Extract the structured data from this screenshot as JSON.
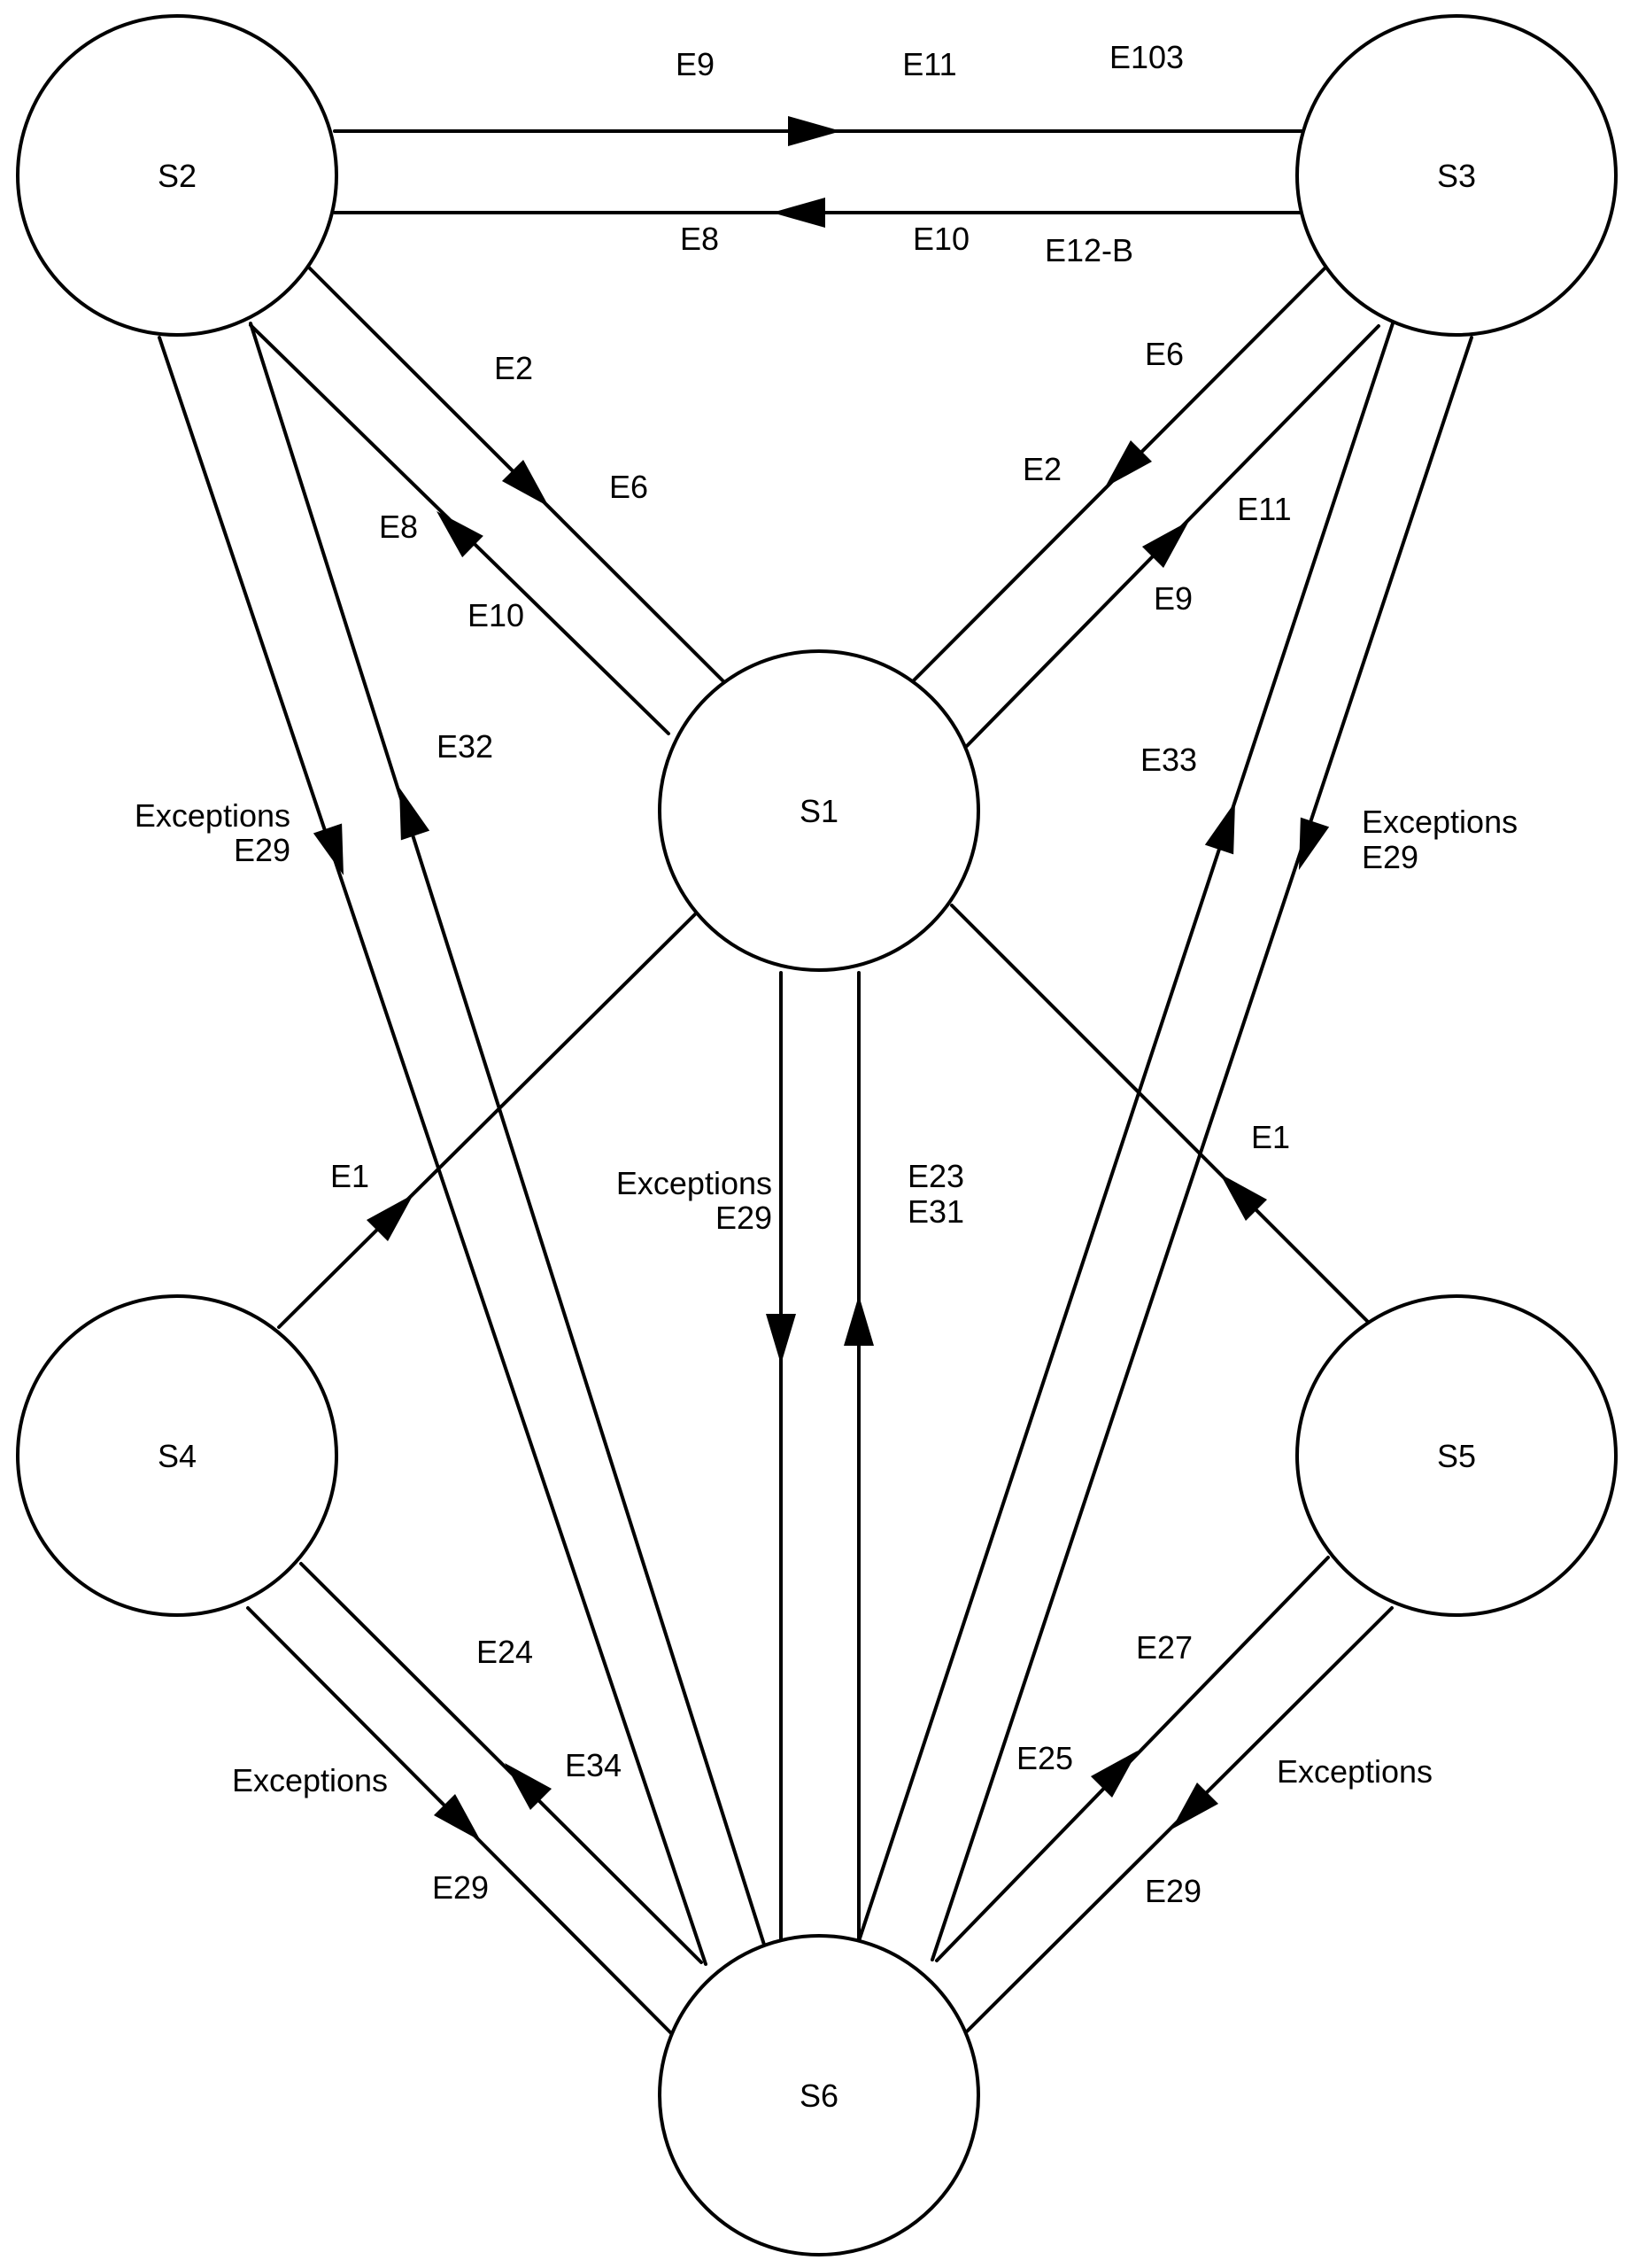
{
  "nodes": [
    {
      "id": "S1",
      "label": "S1"
    },
    {
      "id": "S2",
      "label": "S2"
    },
    {
      "id": "S3",
      "label": "S3"
    },
    {
      "id": "S4",
      "label": "S4"
    },
    {
      "id": "S5",
      "label": "S5"
    },
    {
      "id": "S6",
      "label": "S6"
    }
  ],
  "edges": [
    {
      "id": "s2-to-s3",
      "from": "S2",
      "to": "S3",
      "labels": [
        "E9",
        "E11",
        "E103"
      ]
    },
    {
      "id": "s3-to-s2",
      "from": "S3",
      "to": "S2",
      "labels": [
        "E8",
        "E10",
        "E12-B"
      ]
    },
    {
      "id": "s2-to-s1",
      "from": "S2",
      "to": "S1",
      "labels": [
        "E2",
        "E6"
      ]
    },
    {
      "id": "s1-to-s2",
      "from": "S1",
      "to": "S2",
      "labels": [
        "E8",
        "E10"
      ]
    },
    {
      "id": "s3-to-s1",
      "from": "S3",
      "to": "S1",
      "labels": [
        "E6",
        "E2"
      ]
    },
    {
      "id": "s1-to-s3",
      "from": "S1",
      "to": "S3",
      "labels": [
        "E11",
        "E9"
      ]
    },
    {
      "id": "s2-to-s6",
      "from": "S2",
      "to": "S6",
      "labels": [
        "Exceptions",
        "E29"
      ]
    },
    {
      "id": "s6-to-s2",
      "from": "S6",
      "to": "S2",
      "labels": [
        "E32"
      ]
    },
    {
      "id": "s6-to-s3",
      "from": "S6",
      "to": "S3",
      "labels": [
        "E33"
      ]
    },
    {
      "id": "s3-to-s6",
      "from": "S3",
      "to": "S6",
      "labels": [
        "Exceptions",
        "E29"
      ]
    },
    {
      "id": "s1-to-s6",
      "from": "S1",
      "to": "S6",
      "labels": [
        "Exceptions",
        "E29"
      ]
    },
    {
      "id": "s6-to-s1",
      "from": "S6",
      "to": "S1",
      "labels": [
        "E23",
        "E31"
      ]
    },
    {
      "id": "s4-to-s1",
      "from": "S4",
      "to": "S1",
      "labels": [
        "E1"
      ]
    },
    {
      "id": "s5-to-s1",
      "from": "S5",
      "to": "S1",
      "labels": [
        "E1"
      ]
    },
    {
      "id": "s4-to-s6",
      "from": "S4",
      "to": "S6",
      "labels": [
        "Exceptions",
        "E29"
      ]
    },
    {
      "id": "s6-to-s4",
      "from": "S6",
      "to": "S4",
      "labels": [
        "E24",
        "E34"
      ]
    },
    {
      "id": "s6-to-s5",
      "from": "S6",
      "to": "S5",
      "labels": [
        "E27",
        "E25"
      ]
    },
    {
      "id": "s5-to-s6",
      "from": "S5",
      "to": "S6",
      "labels": [
        "Exceptions",
        "E29"
      ]
    }
  ]
}
